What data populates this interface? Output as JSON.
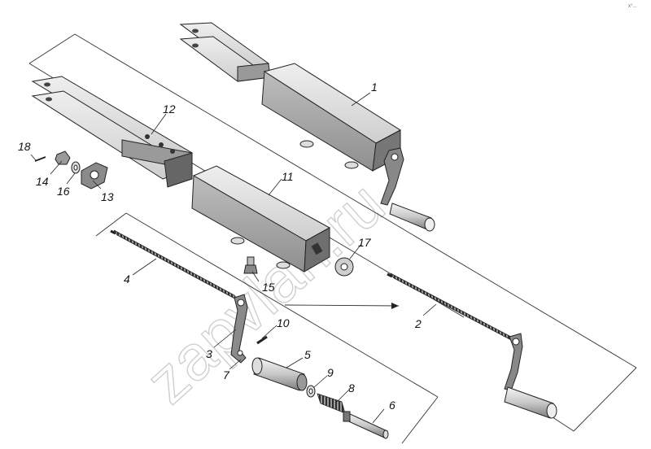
{
  "watermark": "zapvlan.ru",
  "corner_mark": "x°...",
  "parts": [
    {
      "id": "p1",
      "label": "1",
      "name": "outer-tube"
    },
    {
      "id": "p2",
      "label": "2",
      "name": "shaft-assembly-right"
    },
    {
      "id": "p3",
      "label": "3",
      "name": "lever"
    },
    {
      "id": "p4",
      "label": "4",
      "name": "screw-shaft"
    },
    {
      "id": "p5",
      "label": "5",
      "name": "bushing"
    },
    {
      "id": "p6",
      "label": "6",
      "name": "pin"
    },
    {
      "id": "p7",
      "label": "7",
      "name": "lever-bracket"
    },
    {
      "id": "p8",
      "label": "8",
      "name": "spring"
    },
    {
      "id": "p9",
      "label": "9",
      "name": "washer-small"
    },
    {
      "id": "p10",
      "label": "10",
      "name": "cotter-pin"
    },
    {
      "id": "p11",
      "label": "11",
      "name": "inner-tube"
    },
    {
      "id": "p12",
      "label": "12",
      "name": "channel-bracket"
    },
    {
      "id": "p13",
      "label": "13",
      "name": "flange-nut"
    },
    {
      "id": "p14",
      "label": "14",
      "name": "nut"
    },
    {
      "id": "p15",
      "label": "15",
      "name": "grease-fitting"
    },
    {
      "id": "p16",
      "label": "16",
      "name": "washer"
    },
    {
      "id": "p17",
      "label": "17",
      "name": "washer-large"
    },
    {
      "id": "p18",
      "label": "18",
      "name": "split-pin"
    }
  ]
}
